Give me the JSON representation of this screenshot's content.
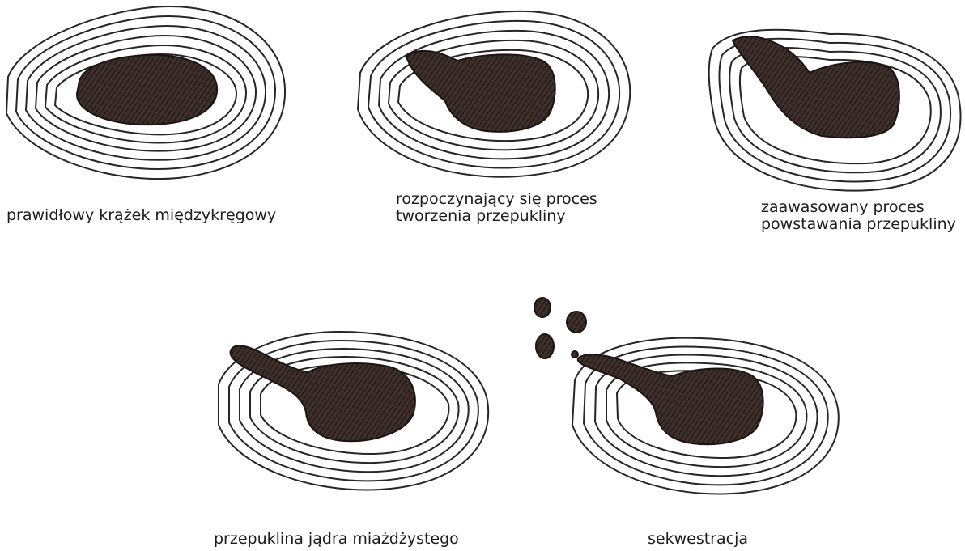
{
  "colors": {
    "ink": "#262626",
    "nucleus": "#3e2f2a",
    "hatch": "#120c0a",
    "paper": "#ffffff"
  },
  "stages": [
    {
      "id": "normal",
      "caption": [
        "prawidłowy krążek międzykręgowy"
      ]
    },
    {
      "id": "early",
      "caption": [
        "rozpoczynający się proces",
        "tworzenia przepukliny"
      ]
    },
    {
      "id": "advanced",
      "caption": [
        "zaawasowany proces",
        "powstawania przepukliny"
      ]
    },
    {
      "id": "herniation",
      "caption": [
        "przepuklina jądra miażdżystego"
      ]
    },
    {
      "id": "sequestration",
      "caption": [
        "sekwestracja"
      ]
    }
  ]
}
